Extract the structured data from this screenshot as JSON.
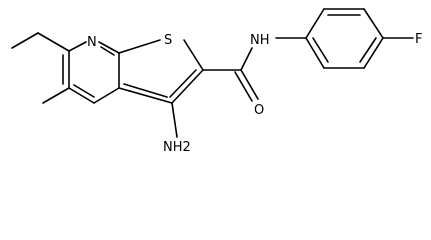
{
  "molecule": {
    "atoms": {
      "pyridine_n": "N",
      "thiophene_s": "S",
      "amide_nh": "NH",
      "carbonyl_o": "O",
      "fluorine": "F",
      "amino_nh2": "NH2"
    }
  },
  "colors": {
    "bond": "#000000",
    "label": "#000000",
    "background": "#ffffff"
  }
}
